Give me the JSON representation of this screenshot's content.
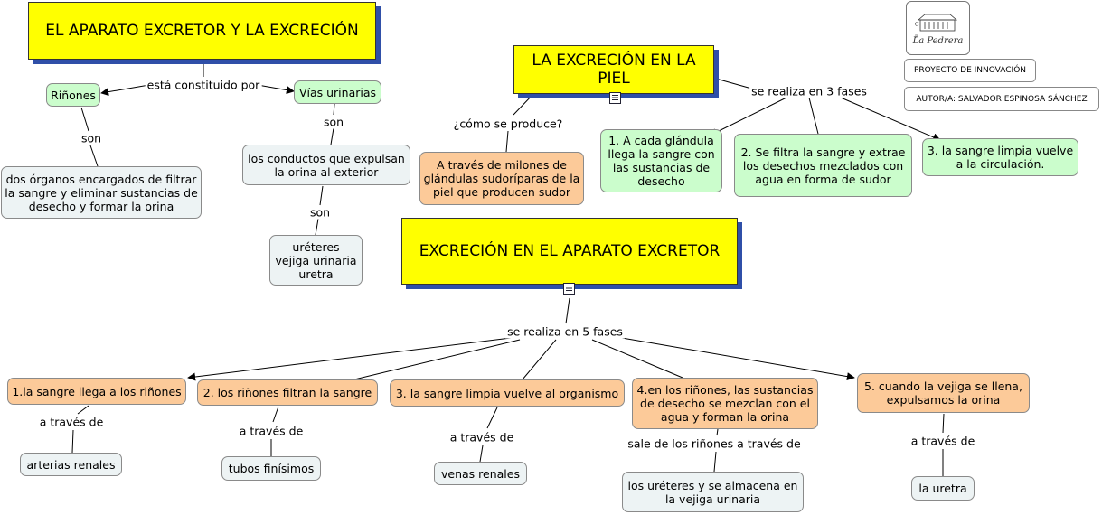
{
  "titles": {
    "aparato_excretor": "EL APARATO EXCRETOR Y LA EXCRECIÓN",
    "excrecion_piel": "LA EXCRECIÓN EN LA PIEL",
    "excrecion_aparato": "EXCRECIÓN EN EL APARATO EXCRETOR"
  },
  "nodes": {
    "rinones": "Riñones",
    "vias_urinarias": "Vías urinarias",
    "rinones_def": "dos órganos encargados de filtrar la sangre y eliminar sustancias de desecho y formar la orina",
    "conductos": "los conductos que expulsan la orina al exterior",
    "ureteres_list": "uréteres\nvejiga urinaria\nuretra",
    "glandulas": "A través de milones de glándulas sudoríparas de la piel que producen sudor",
    "piel_fase1": "1. A cada glándula llega la sangre  con las sustancias de desecho",
    "piel_fase2": "2. Se filtra la sangre y extrae los desechos mezclados con agua en forma de sudor",
    "piel_fase3": "3. la sangre limpia vuelve a la circulación.",
    "fase1": "1.la sangre llega a los riñones",
    "fase2": "2. los riñones filtran la sangre",
    "fase3": "3. la sangre limpia vuelve  al organismo",
    "fase4": "4.en los riñones, las sustancias de desecho se mezclan con el agua y forman la orina",
    "fase5": "5. cuando la vejiga se llena, expulsamos la orina",
    "arterias": "arterias renales",
    "tubos": "tubos finísimos",
    "venas": "venas renales",
    "ureteres_vejiga": "los uréteres y se almacena en la vejiga urinaria",
    "uretra": "la uretra"
  },
  "labels": {
    "constituido": "está constituido por",
    "son_1": "son",
    "son_2": "son",
    "son_3": "son",
    "como": "¿cómo se produce?",
    "tres_fases": "se realiza en 3 fases",
    "cinco_fases": "se realiza en 5 fases",
    "a_traves_1": "a través de",
    "a_traves_2": "a través de",
    "a_traves_3": "a través de",
    "sale": "sale de los riñones a través de",
    "a_traves_5": "a través de"
  },
  "header": {
    "proyecto": "PROYECTO DE INNOVACIÓN",
    "autor": "AUTOR/A: SALVADOR ESPINOSA SÁNCHEZ",
    "logo_text": "La Pedrera"
  },
  "colors": {
    "title_bg": "#ffff00",
    "title_shadow": "#2f4fa8",
    "green": "#cbfdcc",
    "orange": "#fcca99",
    "gray": "#edf3f4"
  }
}
